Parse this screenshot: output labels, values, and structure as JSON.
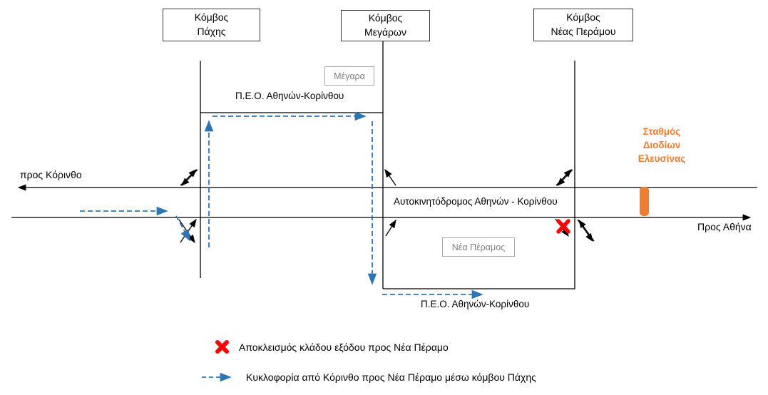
{
  "diagram": {
    "nodes": [
      {
        "label": "Κόμβος\nΠάχης"
      },
      {
        "label": "Κόμβος\nΜεγάρων"
      },
      {
        "label": "Κόμβος\nΝέας Περάμου"
      }
    ],
    "towns": [
      {
        "label": "Μέγαρα"
      },
      {
        "label": "Νέα Πέραμος"
      }
    ],
    "labels": {
      "to_corinth": "προς Κόρινθο",
      "to_athens": "Προς Αθήνα",
      "highway": "Αυτοκινητόδρομος Αθηνών - Κορίνθου",
      "old_road_upper": "Π.Ε.Ο. Αθηνών-Κορίνθου",
      "old_road_lower": "Π.Ε.Ο. Αθηνών-Κορίνθου",
      "toll_station": "Σταθμός\nΔιοδίων\nΕλευσίνας"
    },
    "colors": {
      "road": "#000000",
      "route": "#2E75B6",
      "closure": "#FF0000",
      "toll": "#ED7D31",
      "town_border": "#A6A6A6",
      "town_text": "#808080"
    }
  },
  "legend": {
    "items": [
      {
        "symbol": "closure-x",
        "label": "Αποκλεισμός κλάδου εξόδου προς Νέα Πέραμο"
      },
      {
        "symbol": "blue-dashed-arrow",
        "label": "Κυκλοφορία από Κόρινθο προς Νέα Πέραμο μέσω κόμβου Πάχης"
      }
    ]
  }
}
